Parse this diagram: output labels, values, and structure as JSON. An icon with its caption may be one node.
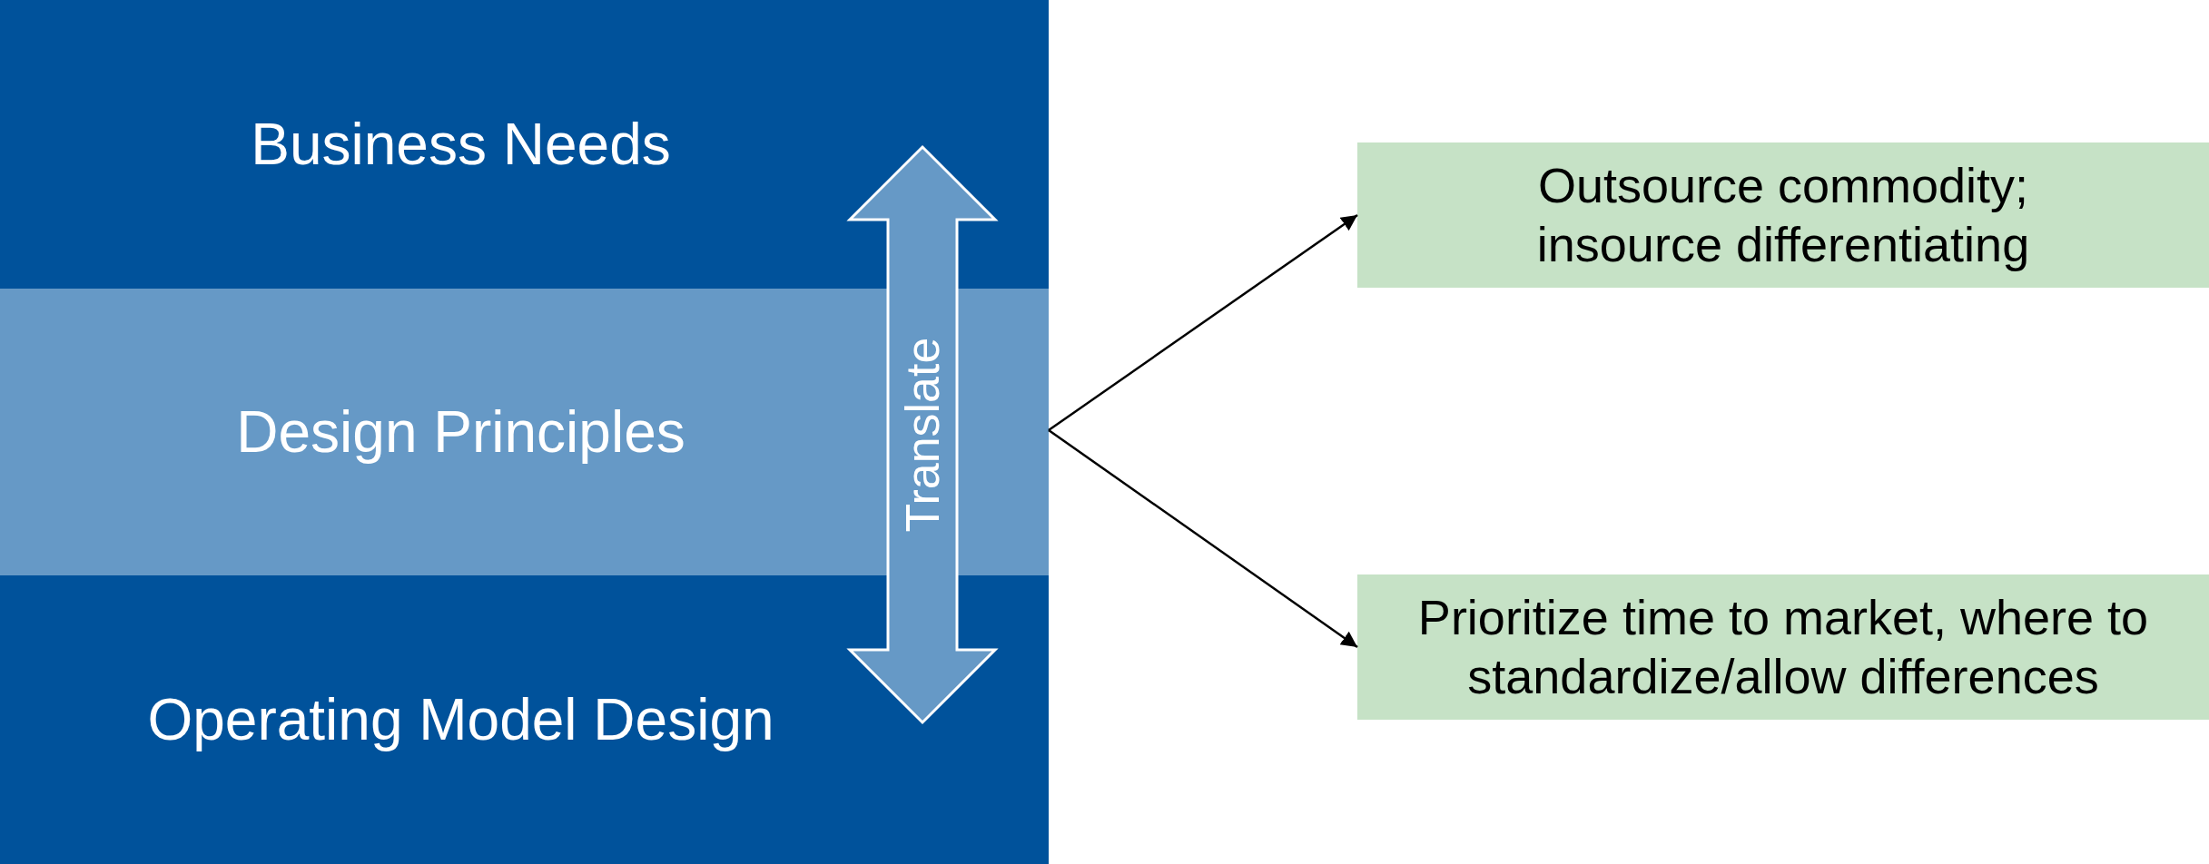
{
  "diagram": {
    "nodes": [
      {
        "text": [
          "Business Needs"
        ]
      },
      {
        "text": [
          "Design Principles"
        ]
      },
      {
        "text": [
          "Operating Model Design"
        ]
      },
      {
        "text": [
          "Outsource commodity; insource differentiating"
        ]
      },
      {
        "text": [
          "Prioritize time to market, where to standardize/allow differences"
        ]
      }
    ],
    "edges": [
      {
        "from": 0,
        "to": 2,
        "arrow": "both",
        "label": "Translate",
        "style": "thick",
        "color": "#6699c6"
      },
      {
        "from": 1,
        "to": 3,
        "arrow": "to"
      },
      {
        "from": 1,
        "to": 4,
        "arrow": "to"
      }
    ]
  }
}
